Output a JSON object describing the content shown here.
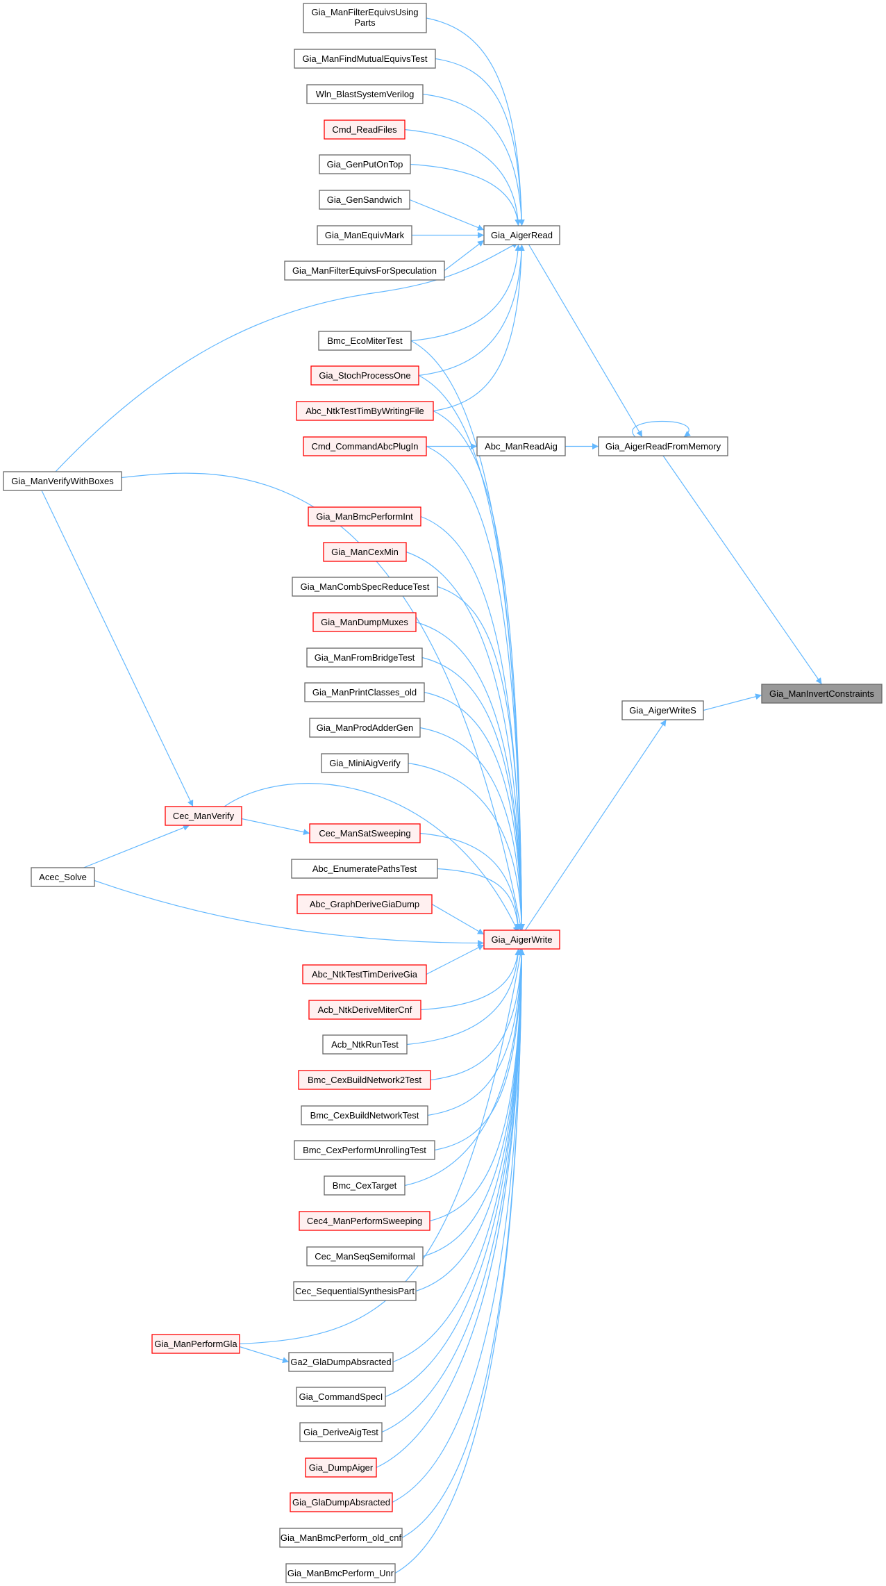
{
  "title": "Gia_ManInvertConstraints caller graph",
  "colors": {
    "edge": "#63b8ff",
    "normal_fill": "#ffffff",
    "normal_stroke": "#666666",
    "truncated_fill": "#fff0f0",
    "truncated_stroke": "#ff0000",
    "target_fill": "#999999",
    "target_stroke": "#666666"
  },
  "nodes": [
    {
      "id": "target",
      "label": "Gia_ManInvertConstraints",
      "style": "target"
    },
    {
      "id": "readmem",
      "label": "Gia_AigerReadFromMemory",
      "style": "normal"
    },
    {
      "id": "writes",
      "label": "Gia_AigerWriteS",
      "style": "normal"
    },
    {
      "id": "read",
      "label": "Gia_AigerRead",
      "style": "normal"
    },
    {
      "id": "readaig",
      "label": "Abc_ManReadAig",
      "style": "normal"
    },
    {
      "id": "write",
      "label": "Gia_AigerWrite",
      "style": "truncated"
    },
    {
      "id": "n1",
      "label": "Gia_ManFilterEquivsUsing\nParts",
      "style": "normal"
    },
    {
      "id": "n2",
      "label": "Gia_ManFindMutualEquivsTest",
      "style": "normal"
    },
    {
      "id": "n3",
      "label": "Wln_BlastSystemVerilog",
      "style": "normal"
    },
    {
      "id": "n4",
      "label": "Cmd_ReadFiles",
      "style": "truncated"
    },
    {
      "id": "n5",
      "label": "Gia_GenPutOnTop",
      "style": "normal"
    },
    {
      "id": "n6",
      "label": "Gia_GenSandwich",
      "style": "normal"
    },
    {
      "id": "n7",
      "label": "Gia_ManEquivMark",
      "style": "normal"
    },
    {
      "id": "n8",
      "label": "Gia_ManFilterEquivsForSpeculation",
      "style": "normal"
    },
    {
      "id": "n9",
      "label": "Bmc_EcoMiterTest",
      "style": "normal"
    },
    {
      "id": "n10",
      "label": "Gia_StochProcessOne",
      "style": "truncated"
    },
    {
      "id": "n11",
      "label": "Abc_NtkTestTimByWritingFile",
      "style": "truncated"
    },
    {
      "id": "n12",
      "label": "Cmd_CommandAbcPlugIn",
      "style": "truncated"
    },
    {
      "id": "vwb",
      "label": "Gia_ManVerifyWithBoxes",
      "style": "normal"
    },
    {
      "id": "n13",
      "label": "Gia_ManBmcPerformInt",
      "style": "truncated"
    },
    {
      "id": "n14",
      "label": "Gia_ManCexMin",
      "style": "truncated"
    },
    {
      "id": "n15",
      "label": "Gia_ManCombSpecReduceTest",
      "style": "normal"
    },
    {
      "id": "n16",
      "label": "Gia_ManDumpMuxes",
      "style": "truncated"
    },
    {
      "id": "n17",
      "label": "Gia_ManFromBridgeTest",
      "style": "normal"
    },
    {
      "id": "n18",
      "label": "Gia_ManPrintClasses_old",
      "style": "normal"
    },
    {
      "id": "n19",
      "label": "Gia_ManProdAdderGen",
      "style": "normal"
    },
    {
      "id": "n20",
      "label": "Gia_MiniAigVerify",
      "style": "normal"
    },
    {
      "id": "cmv",
      "label": "Cec_ManVerify",
      "style": "truncated"
    },
    {
      "id": "n21",
      "label": "Cec_ManSatSweeping",
      "style": "truncated"
    },
    {
      "id": "acec",
      "label": "Acec_Solve",
      "style": "normal"
    },
    {
      "id": "n22",
      "label": "Abc_EnumeratePathsTest",
      "style": "normal"
    },
    {
      "id": "n23",
      "label": "Abc_GraphDeriveGiaDump",
      "style": "truncated"
    },
    {
      "id": "n24",
      "label": "Abc_NtkTestTimDeriveGia",
      "style": "truncated"
    },
    {
      "id": "n25",
      "label": "Acb_NtkDeriveMiterCnf",
      "style": "truncated"
    },
    {
      "id": "n26",
      "label": "Acb_NtkRunTest",
      "style": "normal"
    },
    {
      "id": "n27",
      "label": "Bmc_CexBuildNetwork2Test",
      "style": "truncated"
    },
    {
      "id": "n28",
      "label": "Bmc_CexBuildNetworkTest",
      "style": "normal"
    },
    {
      "id": "n29",
      "label": "Bmc_CexPerformUnrollingTest",
      "style": "normal"
    },
    {
      "id": "n30",
      "label": "Bmc_CexTarget",
      "style": "normal"
    },
    {
      "id": "n31",
      "label": "Cec4_ManPerformSweeping",
      "style": "truncated"
    },
    {
      "id": "n32",
      "label": "Cec_ManSeqSemiformal",
      "style": "normal"
    },
    {
      "id": "n33",
      "label": "Cec_SequentialSynthesisPart",
      "style": "normal"
    },
    {
      "id": "gla",
      "label": "Gia_ManPerformGla",
      "style": "truncated"
    },
    {
      "id": "n34",
      "label": "Ga2_GlaDumpAbsracted",
      "style": "normal"
    },
    {
      "id": "n35",
      "label": "Gia_CommandSpecI",
      "style": "normal"
    },
    {
      "id": "n36",
      "label": "Gia_DeriveAigTest",
      "style": "normal"
    },
    {
      "id": "n37",
      "label": "Gia_DumpAiger",
      "style": "truncated"
    },
    {
      "id": "n38",
      "label": "Gia_GlaDumpAbsracted",
      "style": "truncated"
    },
    {
      "id": "n39",
      "label": "Gia_ManBmcPerform_old_cnf",
      "style": "normal"
    },
    {
      "id": "n40",
      "label": "Gia_ManBmcPerform_Unr",
      "style": "normal"
    }
  ],
  "edges": [
    [
      "readmem",
      "target"
    ],
    [
      "writes",
      "target"
    ],
    [
      "read",
      "readmem"
    ],
    [
      "readmem",
      "readmem"
    ],
    [
      "readaig",
      "readmem"
    ],
    [
      "write",
      "writes"
    ],
    [
      "n1",
      "read"
    ],
    [
      "n2",
      "read"
    ],
    [
      "n3",
      "read"
    ],
    [
      "n4",
      "read"
    ],
    [
      "n5",
      "read"
    ],
    [
      "n6",
      "read"
    ],
    [
      "n7",
      "read"
    ],
    [
      "n8",
      "read"
    ],
    [
      "vwb",
      "read"
    ],
    [
      "n9",
      "read"
    ],
    [
      "n10",
      "read"
    ],
    [
      "n11",
      "read"
    ],
    [
      "n12",
      "readaig"
    ],
    [
      "n9",
      "write"
    ],
    [
      "n10",
      "write"
    ],
    [
      "n11",
      "write"
    ],
    [
      "n12",
      "write"
    ],
    [
      "vwb",
      "write"
    ],
    [
      "n13",
      "write"
    ],
    [
      "n14",
      "write"
    ],
    [
      "n15",
      "write"
    ],
    [
      "n16",
      "write"
    ],
    [
      "n17",
      "write"
    ],
    [
      "n18",
      "write"
    ],
    [
      "n19",
      "write"
    ],
    [
      "n20",
      "write"
    ],
    [
      "cmv",
      "write"
    ],
    [
      "n21",
      "write"
    ],
    [
      "acec",
      "write"
    ],
    [
      "n22",
      "write"
    ],
    [
      "n23",
      "write"
    ],
    [
      "n24",
      "write"
    ],
    [
      "n25",
      "write"
    ],
    [
      "n26",
      "write"
    ],
    [
      "n27",
      "write"
    ],
    [
      "n28",
      "write"
    ],
    [
      "n29",
      "write"
    ],
    [
      "n30",
      "write"
    ],
    [
      "n31",
      "write"
    ],
    [
      "n32",
      "write"
    ],
    [
      "n33",
      "write"
    ],
    [
      "gla",
      "write"
    ],
    [
      "n34",
      "write"
    ],
    [
      "n35",
      "write"
    ],
    [
      "n36",
      "write"
    ],
    [
      "n37",
      "write"
    ],
    [
      "n38",
      "write"
    ],
    [
      "n39",
      "write"
    ],
    [
      "n40",
      "write"
    ],
    [
      "vwb",
      "cmv"
    ],
    [
      "acec",
      "cmv"
    ],
    [
      "cmv",
      "n21"
    ],
    [
      "gla",
      "n34"
    ]
  ]
}
